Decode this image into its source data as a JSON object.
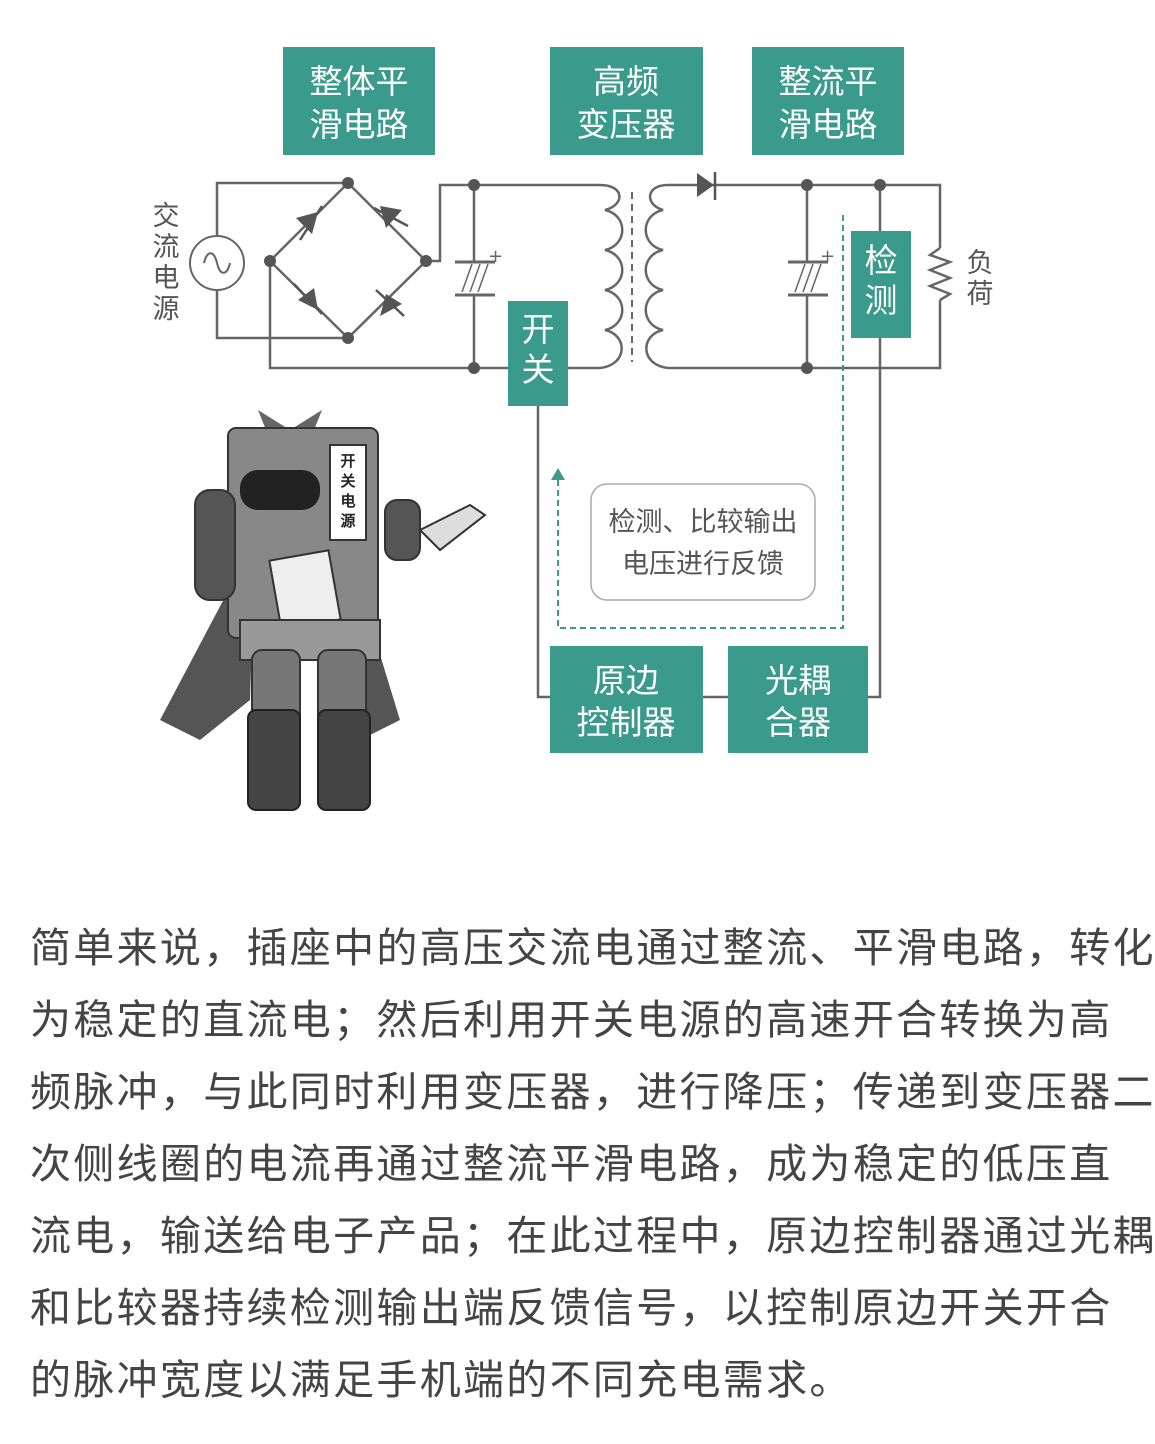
{
  "colors": {
    "teal": "#3a9a8c",
    "wire": "#666666",
    "text": "#444444"
  },
  "blocks": {
    "input_filter": [
      "整体平",
      "滑电路"
    ],
    "transformer": [
      "高频",
      "变压器"
    ],
    "output_filter": [
      "整流平",
      "滑电路"
    ],
    "switch": [
      "开",
      "关"
    ],
    "detect": [
      "检",
      "测"
    ],
    "primary_controller": [
      "原边",
      "控制器"
    ],
    "optocoupler": [
      "光耦",
      "合器"
    ]
  },
  "labels": {
    "ac_source": [
      "交",
      "流",
      "电",
      "源"
    ],
    "load": [
      "负",
      "荷"
    ],
    "feedback_note": [
      "检测、比较输出",
      "电压进行反馈"
    ],
    "robot_sign": [
      "开",
      "关",
      "电",
      "源"
    ]
  },
  "paragraph": [
    "简单来说，插座中的高压交流电通过整流、平滑电路，转化",
    "为稳定的直流电；然后利用开关电源的高速开合转换为高",
    "频脉冲，与此同时利用变压器，进行降压；传递到变压器二",
    "次侧线圈的电流再通过整流平滑电路，成为稳定的低压直",
    "流电，输送给电子产品；在此过程中，原边控制器通过光耦",
    "和比较器持续检测输出端反馈信号，以控制原边开关开合",
    "的脉冲宽度以满足手机端的不同充电需求。"
  ]
}
